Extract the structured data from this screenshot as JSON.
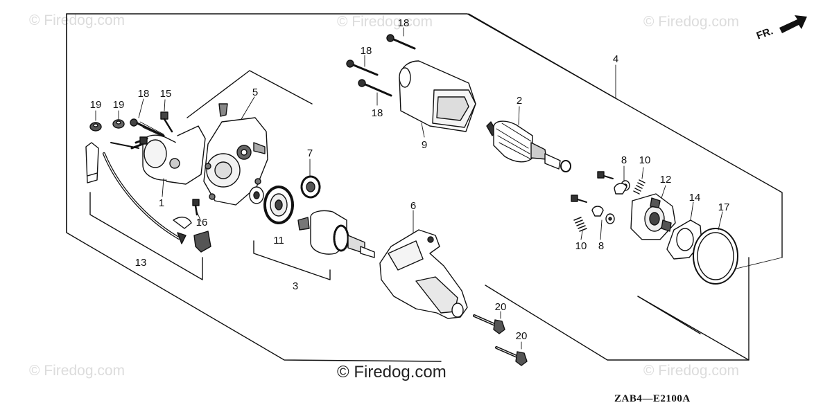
{
  "watermarks": [
    "© Firedog.com",
    "© Firedog.com",
    "© Firedog.com",
    "© Firedog.com",
    "© Firedog.com"
  ],
  "credit": "© Firedog.com",
  "diagram_code": "ZAB4—E2100A",
  "direction_label": "FR.",
  "callouts": {
    "c1": "1",
    "c2": "2",
    "c3": "3",
    "c4": "4",
    "c5": "5",
    "c6": "6",
    "c7": "7",
    "c8a": "8",
    "c8b": "8",
    "c9": "9",
    "c10a": "10",
    "c10b": "10",
    "c11": "11",
    "c12": "12",
    "c13": "13",
    "c14": "14",
    "c15": "15",
    "c16": "16",
    "c17": "17",
    "c18a": "18",
    "c18b": "18",
    "c18c": "18",
    "c18d": "18",
    "c19a": "19",
    "c19b": "19",
    "c20a": "20",
    "c20b": "20"
  }
}
